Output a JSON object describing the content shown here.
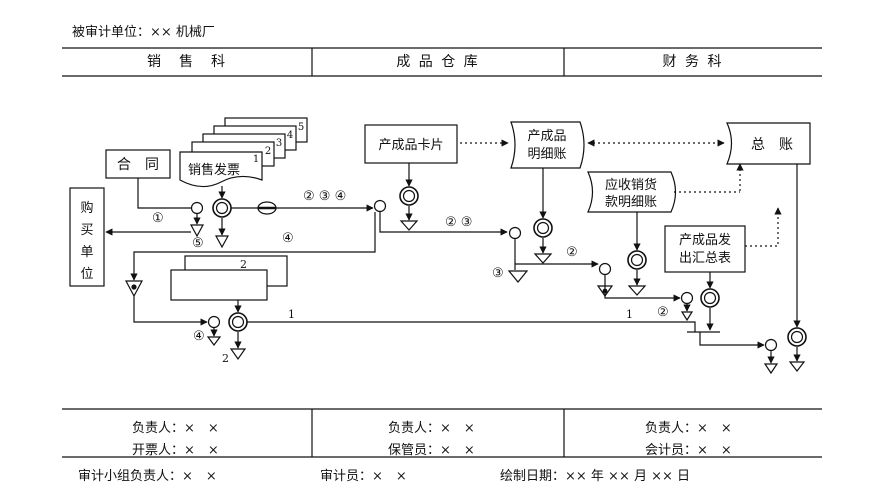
{
  "unit_line": "被审计单位：×× 机械厂",
  "departments": [
    "销　售　科",
    "成 品 仓 库",
    "财 务 科"
  ],
  "boxes": {
    "contract": "合　同",
    "sales_invoice": "销售发票",
    "buyer": [
      "购",
      "买",
      "单",
      "位"
    ],
    "product_card": "产成品卡片",
    "product_ledger": [
      "产成品",
      "明细账"
    ],
    "general_ledger": "总　账",
    "receivable_ledger": [
      "应收销货",
      "款明细账"
    ],
    "summary_table": [
      "产成品发",
      "出汇总表"
    ]
  },
  "invoice_copies": [
    "1",
    "2",
    "3",
    "4",
    "5"
  ],
  "labels": {
    "c1": "①",
    "c5": "⑤",
    "c4_left": "④",
    "c234": "② ③ ④",
    "c23": "② ③",
    "c2_mid": "②",
    "c3_mid": "③",
    "c2_right": "②",
    "c4_low": "④",
    "n1_a": "1",
    "n1_b": "1",
    "n2_box": "2",
    "n2_low": "2"
  },
  "signatures": {
    "sales": {
      "r1": "负责人：×　×",
      "r2": "开票人：×　×"
    },
    "warehouse": {
      "r1": "负责人：×　×",
      "r2": "保管员：×　×"
    },
    "finance": {
      "r1": "负责人：×　×",
      "r2": "会计员：×　×"
    }
  },
  "footer": {
    "leader": "审计小组负责人：×　×",
    "auditor": "审计员：×　×",
    "date": "绘制日期：×× 年 ×× 月 ×× 日"
  }
}
